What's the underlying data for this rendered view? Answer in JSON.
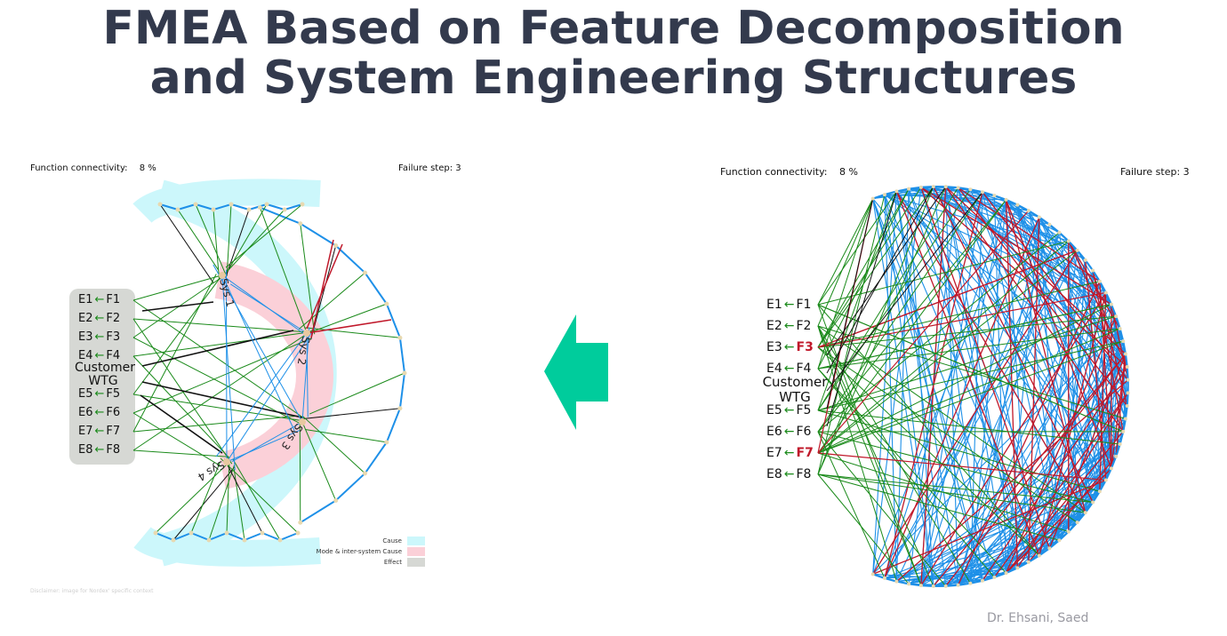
{
  "title": {
    "line1": "FMEA Based on Feature Decomposition",
    "line2": "and System Engineering Structures"
  },
  "left_diagram": {
    "connectivity_label": "Function connectivity:",
    "connectivity_value": "8 %",
    "failure_step": "Failure step: 3",
    "center_label": "Customer\nWTG",
    "center_line1": "Customer",
    "center_line2": "WTG",
    "rows": [
      {
        "e": "E1",
        "f": "F1"
      },
      {
        "e": "E2",
        "f": "F2"
      },
      {
        "e": "E3",
        "f": "F3"
      },
      {
        "e": "E4",
        "f": "F4"
      },
      {
        "e": "E5",
        "f": "F5"
      },
      {
        "e": "E6",
        "f": "F6"
      },
      {
        "e": "E7",
        "f": "F7"
      },
      {
        "e": "E8",
        "f": "F8"
      }
    ],
    "subsystems": [
      "Sys 1",
      "Sys 2",
      "Sys 3",
      "Sys 4"
    ],
    "legend": [
      {
        "label": "Cause",
        "color": "#ccf7fb"
      },
      {
        "label": "Mode & inter-system Cause",
        "color": "#fbd0d8"
      },
      {
        "label": "Effect",
        "color": "#d6d8d4"
      }
    ],
    "disclaimer": "Disclaimer: image for Nordex' specific context"
  },
  "right_diagram": {
    "connectivity_label": "Function connectivity:",
    "connectivity_value": "8 %",
    "failure_step": "Failure step: 3",
    "center_line1": "Customer",
    "center_line2": "WTG",
    "rows": [
      {
        "e": "E1",
        "f": "F1",
        "failed": false
      },
      {
        "e": "E2",
        "f": "F2",
        "failed": false
      },
      {
        "e": "E3",
        "f": "F3",
        "failed": true
      },
      {
        "e": "E4",
        "f": "F4",
        "failed": false
      },
      {
        "e": "E5",
        "f": "F5",
        "failed": false
      },
      {
        "e": "E6",
        "f": "F6",
        "failed": false
      },
      {
        "e": "E7",
        "f": "F7",
        "failed": true
      },
      {
        "e": "E8",
        "f": "F8",
        "failed": false
      }
    ]
  },
  "arrow": {
    "color": "#00cc9c",
    "direction": "left"
  },
  "colors": {
    "cause": "#ccf7fb",
    "mode": "#fbd0d8",
    "effect": "#d6d8d4",
    "edge_blue": "#1e90e8",
    "edge_green": "#1a8a1a",
    "edge_red": "#c0182a",
    "edge_black": "#111111",
    "title": "#333a4d"
  },
  "author": "Dr. Ehsani, Saed"
}
